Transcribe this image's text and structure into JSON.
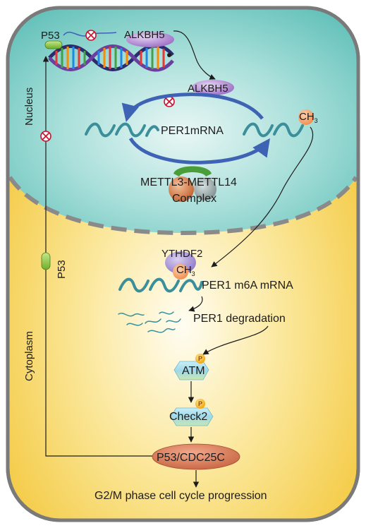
{
  "compartments": {
    "nucleus": "Nucleus",
    "cytoplasm": "Cytoplasm"
  },
  "nodes": {
    "p53_nucleus": "P53",
    "alkbh5_top": "ALKBH5",
    "alkbh5_mid": "ALKBH5",
    "per1_mrna": "PER1mRNA",
    "ch3_nucleus": "CH",
    "ch3_nucleus_sub": "3",
    "mettl_complex_line1": "METTL3-METTL14",
    "mettl_complex_line2": "Complex",
    "p53_cytoplasm": "P53",
    "ythdf2": "YTHDF2",
    "ch3_cytoplasm": "CH",
    "ch3_cytoplasm_sub": "3",
    "per1_m6a_mrna": "PER1 m6A mRNA",
    "per1_degradation": "PER1 degradation",
    "atm": "ATM",
    "check2": "Check2",
    "phospho_tag": "P",
    "p53_cdc25c": "P53/CDC25C",
    "outcome": "G2/M phase cell cycle progression"
  },
  "colors": {
    "nucleus_fill": "#8fd3cf",
    "cytoplasm_fill": "#f6d04a",
    "membrane": "#7a7a7a",
    "alkbh5": "#b68cd6",
    "mettl_green": "#4a9e3a",
    "mettl_orange": "#d9824a",
    "mettl_gray": "#8a9a9a",
    "mrna": "#3a8f9a",
    "cycle_arrow": "#3f63b4",
    "p53_capsule": "#8cc63f",
    "kinase": "#9fd8e8",
    "phospho": "#f3a300",
    "p53_cdc25c_fill": "#d97a5a",
    "inhibition": "#c8102e"
  },
  "icons": [
    "inhibit-icon",
    "dna-helix-icon",
    "phospho-icon"
  ]
}
